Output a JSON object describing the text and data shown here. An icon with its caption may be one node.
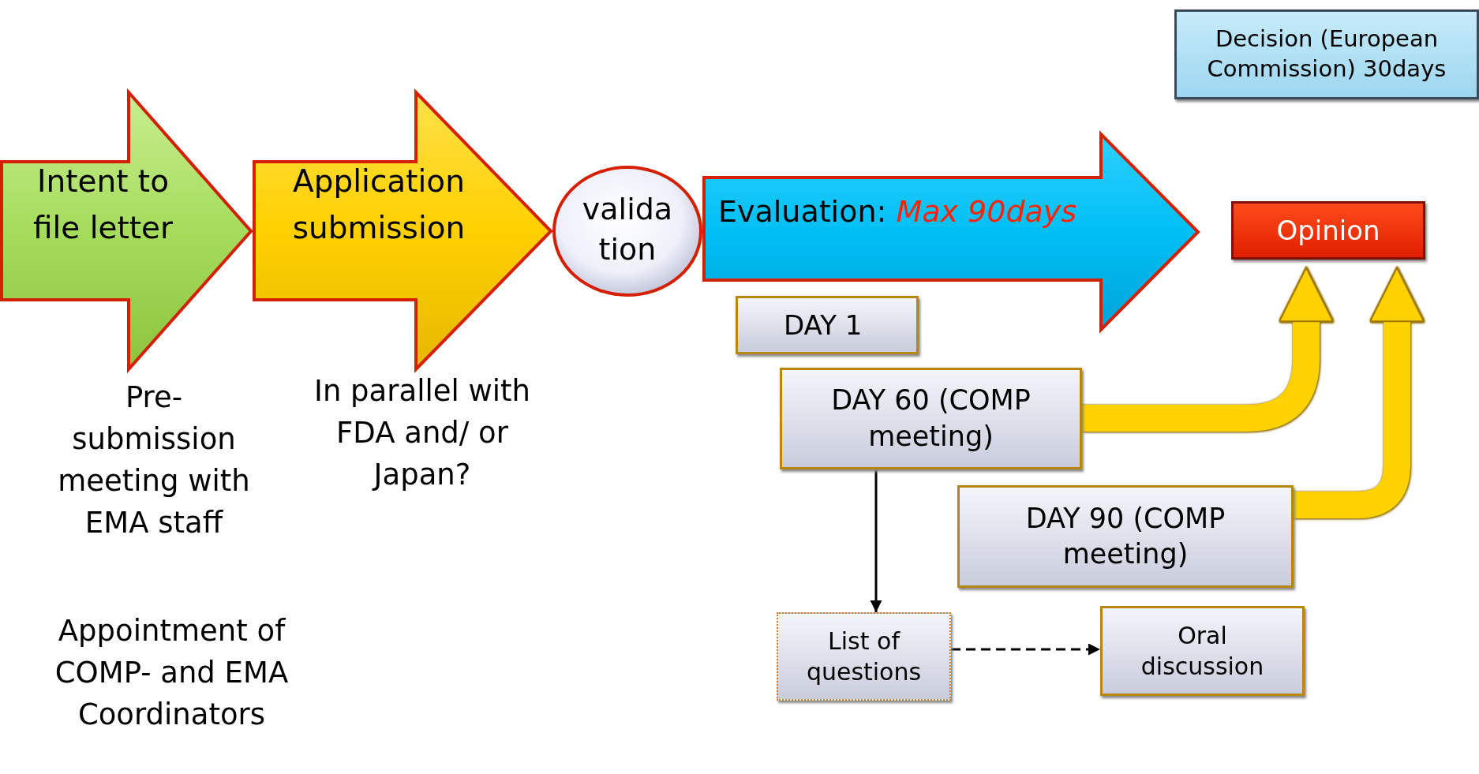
{
  "diagram": {
    "nodes": [
      {
        "text": [
          "Intent to file letter"
        ]
      },
      {
        "text": [
          "Application submission"
        ]
      },
      {
        "text": [
          "valida tion"
        ]
      },
      {
        "text": [
          "Evaluation: *Max 90days*"
        ]
      },
      {
        "text": [
          "Decision (European Commission) 30days"
        ]
      },
      {
        "text": [
          "Opinion"
        ]
      },
      {
        "text": [
          "DAY 1"
        ]
      },
      {
        "text": [
          "DAY 60 (COMP meeting)"
        ]
      },
      {
        "text": [
          "DAY 90 (COMP meeting)"
        ]
      },
      {
        "text": [
          "List of questions"
        ]
      },
      {
        "text": [
          "Oral discussion"
        ]
      }
    ],
    "edges": [
      {
        "from": 7,
        "to": 9,
        "arrow": "to"
      },
      {
        "from": 9,
        "to": 10,
        "arrow": "to",
        "style": "dashed"
      },
      {
        "from": 7,
        "to": 5,
        "arrow": "to",
        "style": "thick",
        "color": "#ffd200"
      },
      {
        "from": 8,
        "to": 5,
        "arrow": "to",
        "style": "thick",
        "color": "#ffd200"
      }
    ],
    "labels": [
      "Pre-submission meeting with EMA staff",
      "In parallel with FDA and/ or Japan?",
      "Appointment of COMP- and EMA Coordinators"
    ]
  }
}
